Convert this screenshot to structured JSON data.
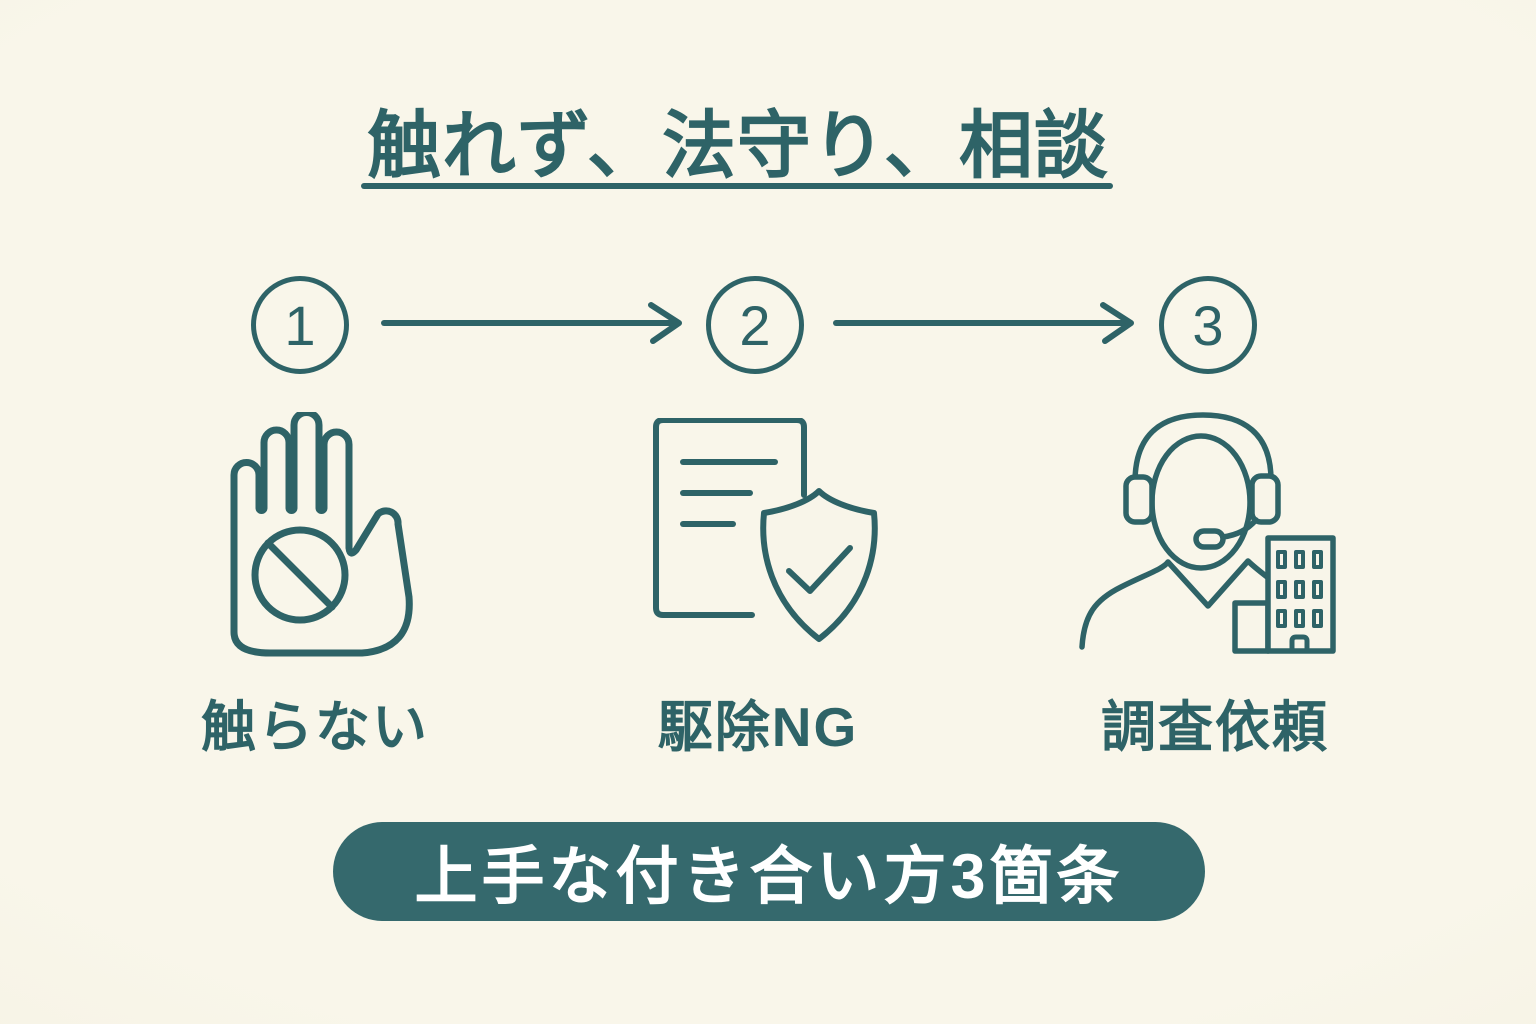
{
  "title": {
    "text": "触れず、法守り、相談"
  },
  "steps": [
    {
      "number": "1",
      "label": "触らない",
      "icon": "stop-hand-icon"
    },
    {
      "number": "2",
      "label": "駆除NG",
      "icon": "document-shield-icon"
    },
    {
      "number": "3",
      "label": "調査依頼",
      "icon": "operator-building-icon"
    }
  ],
  "footer": {
    "text": "上手な付き合い方3箇条"
  },
  "colors": {
    "background": "#f9f6ea",
    "ink": "#2e6367",
    "banner_fill": "#35696d",
    "banner_text": "#ffffff"
  }
}
